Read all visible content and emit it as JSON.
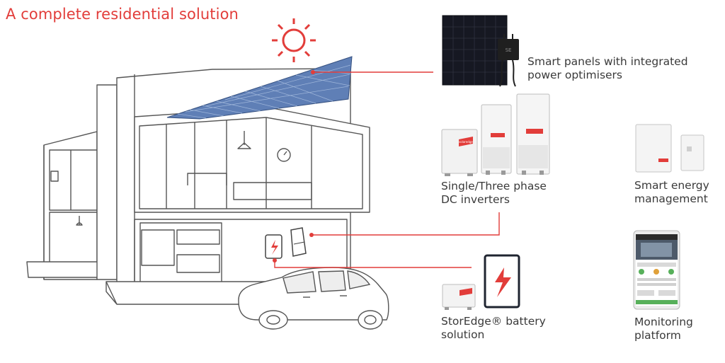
{
  "title": "A complete residential solution",
  "colors": {
    "accent": "#e23d3a",
    "line": "#555555",
    "panel": "#5f7fb6"
  },
  "components": {
    "panels": {
      "line1": "Smart panels with integrated",
      "line2": "power optimisers"
    },
    "inverters": {
      "line1": "Single/Three phase",
      "line2": "DC inverters"
    },
    "energy_management": {
      "line1": "Smart energy",
      "line2": "management"
    },
    "battery": {
      "line1": "StorEdge® battery",
      "line2": "solution"
    },
    "monitoring": {
      "line1": "Monitoring",
      "line2": "platform"
    }
  },
  "device_labels": {
    "panel_box_brand": "SE",
    "inverter_brand": "solaredge"
  },
  "icons": [
    "sun-icon",
    "lightning-bolt-icon",
    "battery-icon",
    "car-icon",
    "house-illustration",
    "solar-panel-icon",
    "inverter-icon",
    "energy-meter-icon",
    "phone-app-icon"
  ]
}
